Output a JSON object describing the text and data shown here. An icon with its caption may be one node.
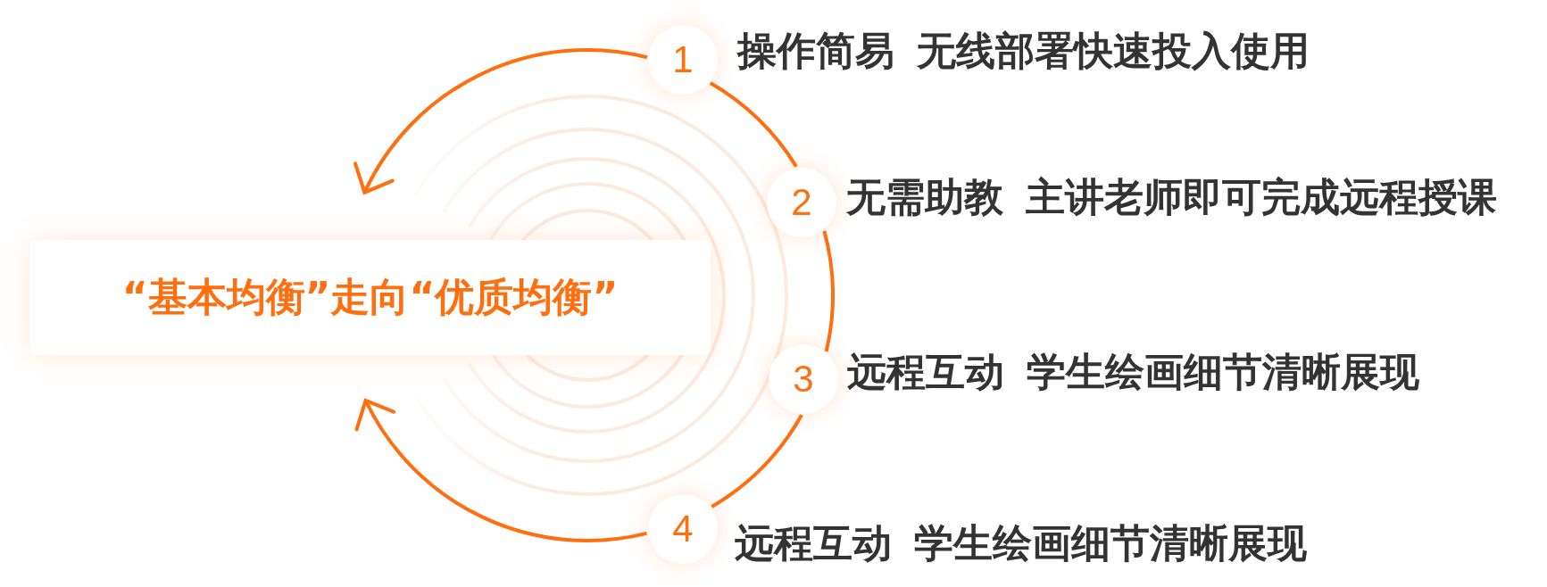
{
  "diagram": {
    "nodes": [
      {
        "text": [
          "“基本均衡”走向“优质均衡”"
        ]
      },
      {
        "text": [
          "1"
        ],
        "beside": [
          "操作简易 无线部署快速投入使用"
        ]
      },
      {
        "text": [
          "2"
        ],
        "beside": [
          "无需助教 主讲老师即可完成远程授课"
        ]
      },
      {
        "text": [
          "3"
        ],
        "beside": [
          "远程互动 学生绘画细节清晰展现"
        ]
      },
      {
        "text": [
          "4"
        ],
        "beside": [
          "远程互动 学生绘画细节清晰展现"
        ]
      }
    ],
    "edges": [
      {
        "from": 1,
        "to": 2,
        "arrow": "none"
      },
      {
        "from": 2,
        "to": 3,
        "arrow": "none"
      },
      {
        "from": 3,
        "to": 4,
        "arrow": "none"
      },
      {
        "from": 1,
        "to": null,
        "arrow": "to"
      },
      {
        "from": 4,
        "to": null,
        "arrow": "to"
      }
    ]
  }
}
